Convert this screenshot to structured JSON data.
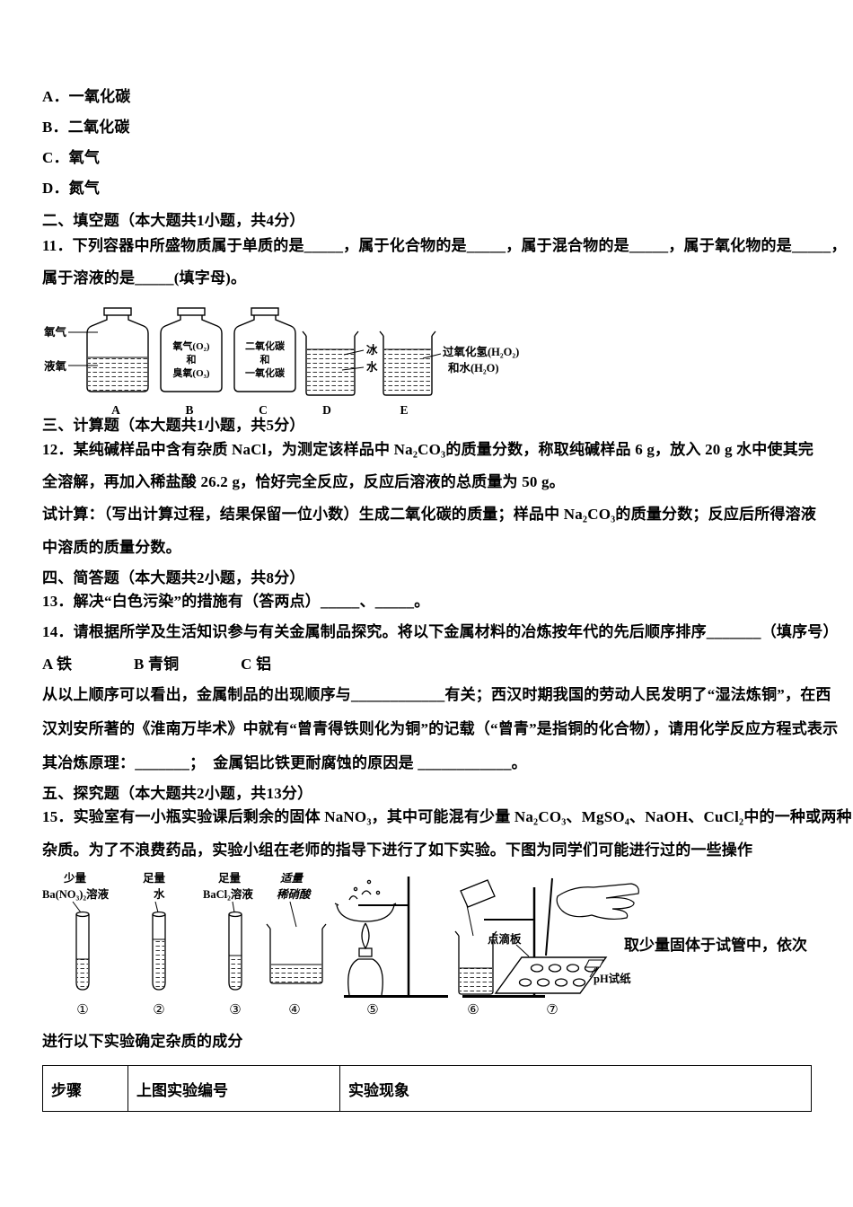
{
  "options": {
    "a": "A．一氧化碳",
    "b": "B．二氧化碳",
    "c": "C．氧气",
    "d": "D．氮气"
  },
  "sec_fill": {
    "heading": "二、填空题（本大题共1小题，共4分）",
    "q11_line1": "11．下列容器中所盛物质属于单质的是_____，属于化合物的是_____，属于混合物的是_____，属于氧化物的是_____，",
    "q11_line2": "属于溶液的是_____(填字母)。",
    "fig": {
      "a_gas": "氧气",
      "a_liquid": "液氧",
      "b_line1": "氧气(O₂)",
      "b_line2": "和",
      "b_line3": "臭氧(O₃)",
      "c_line1": "二氧化碳",
      "c_line2": "和",
      "c_line3": "一氧化碳",
      "d_ice": "冰",
      "d_water": "水",
      "e_line1": "过氧化氢(H₂O₂)",
      "e_line2": "和水(H₂O)",
      "letters": [
        "A",
        "B",
        "C",
        "D",
        "E"
      ]
    }
  },
  "sec_calc": {
    "heading": "三、计算题（本大题共1小题，共5分）",
    "q12_line1": "12．某纯碱样品中含有杂质 NaCl，为测定该样品中 Na₂CO₃的质量分数，称取纯碱样品 6 g，放入 20 g 水中使其完",
    "q12_line2": "全溶解，再加入稀盐酸 26.2 g，恰好完全反应，反应后溶液的总质量为 50 g。",
    "q12_line3": "试计算：（写出计算过程，结果保留一位小数）生成二氧化碳的质量；样品中 Na₂CO₃的质量分数；反应后所得溶液",
    "q12_line4": "中溶质的质量分数。"
  },
  "sec_short": {
    "heading": "四、简答题（本大题共2小题，共8分）",
    "q13": "13．解决“白色污染”的措施有（答两点）_____、_____。",
    "q14_line1": "14．请根据所学及生活知识参与有关金属制品探究。将以下金属材料的冶炼按年代的先后顺序排序_______（填序号）",
    "q14_line2": "A 铁　　　　B 青铜　　　　C 铝",
    "q14_line3": "从以上顺序可以看出，金属制品的出现顺序与____________有关；西汉时期我国的劳动人民发明了“湿法炼铜”，在西",
    "q14_line4": "汉刘安所著的《淮南万毕术》中就有“曾青得铁则化为铜”的记载（“曾青”是指铜的化合物），请用化学反应方程式表示",
    "q14_line5": "其冶炼原理：_______；  金属铝比铁更耐腐蚀的原因是 ____________。"
  },
  "sec_explore": {
    "heading": "五、探究题（本大题共2小题，共13分）",
    "q15_line1": "15．实验室有一小瓶实验课后剩余的固体 NaNO₃，其中可能混有少量 Na₂CO₃、MgSO₄、NaOH、CuCl₂中的一种或两种",
    "q15_line2": "杂质。为了不浪费药品，实验小组在老师的指导下进行了如下实验。下图为同学们可能进行过的一些操作",
    "fig": {
      "t1_amount": "少量",
      "t1_name": "Ba(NO₃)₂溶液",
      "t2_amount": "足量",
      "t2_name": "水",
      "t3_amount": "足量",
      "t3_name": "BaCl₂溶液",
      "t4_amount": "适量",
      "t4_name": "稀硝酸",
      "spot_plate": "点滴板",
      "ph_paper": "pH试纸",
      "side_note": "取少量固体于试管中，依次",
      "nums": [
        "①",
        "②",
        "③",
        "④",
        "⑤",
        "⑥",
        "⑦"
      ]
    },
    "closing": "进行以下实验确定杂质的成分"
  },
  "table": {
    "headers": [
      "步骤",
      "上图实验编号",
      "实验现象"
    ]
  }
}
